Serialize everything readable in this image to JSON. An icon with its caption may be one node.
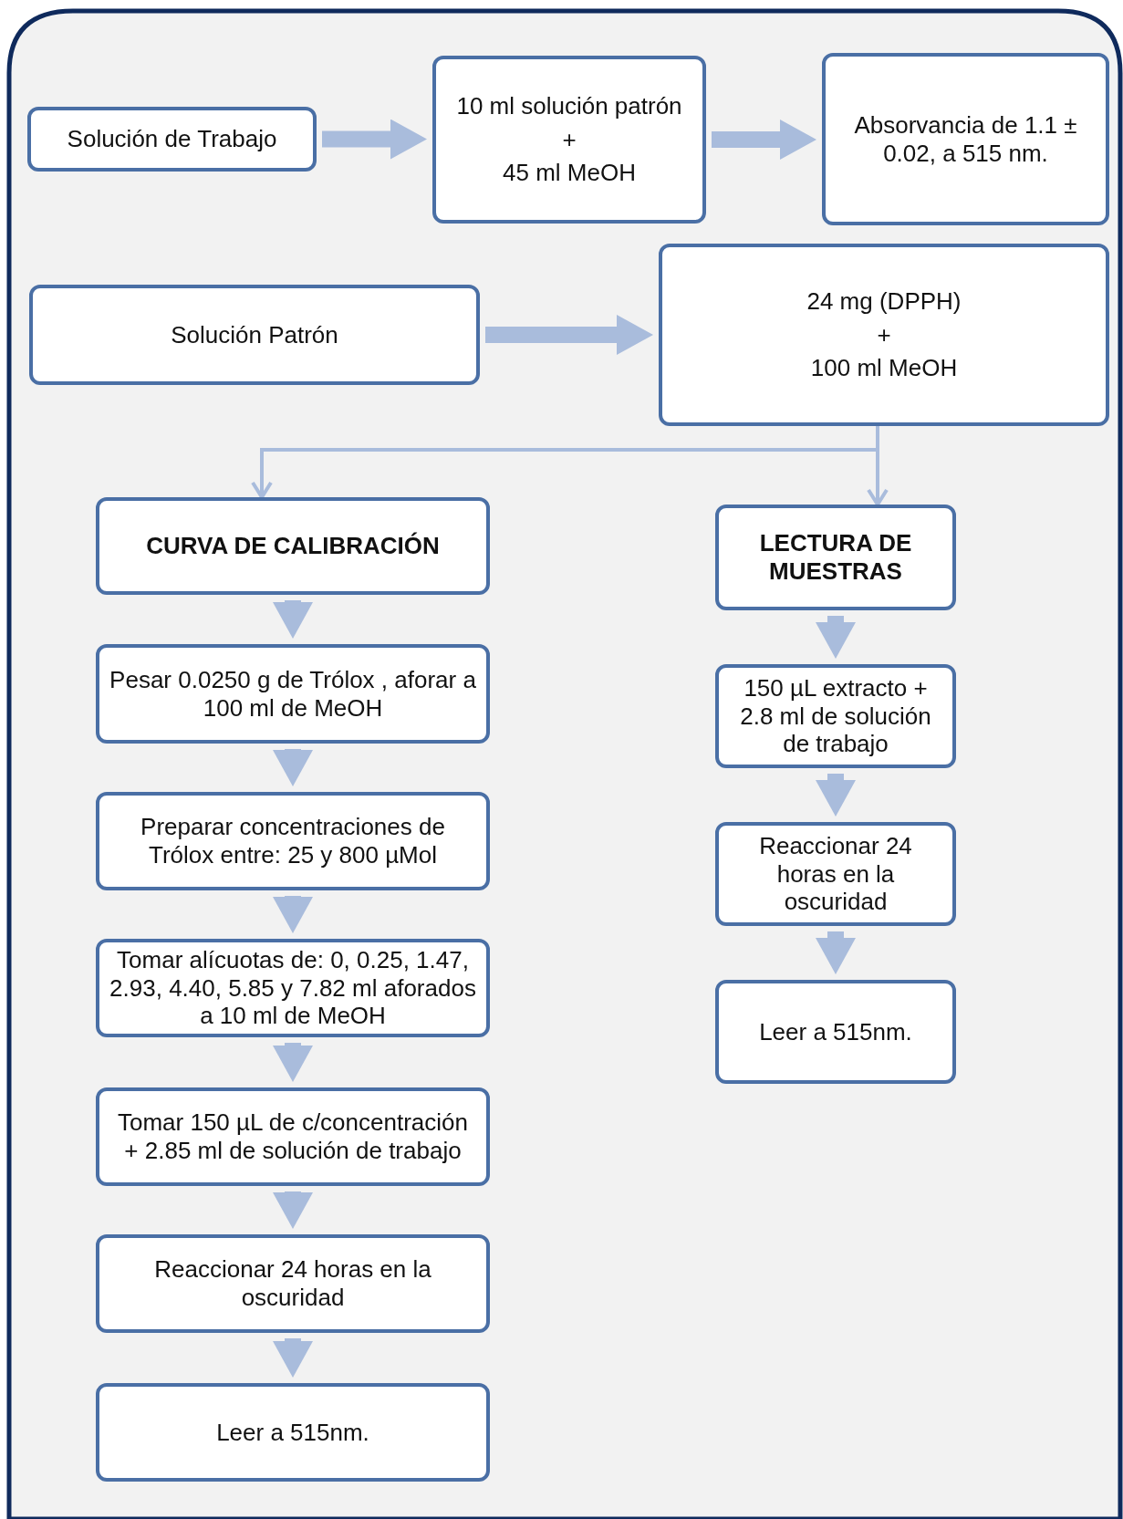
{
  "diagram": {
    "nodes": [
      {
        "text": [
          "Solución de Trabajo"
        ]
      },
      {
        "text": [
          "10 ml solución patrón",
          "+",
          "45 ml MeOH"
        ]
      },
      {
        "text": [
          "Absorvancia de 1.1 ± 0.02, a 515 nm."
        ]
      },
      {
        "text": [
          "Solución Patrón"
        ]
      },
      {
        "text": [
          "24 mg (DPPH)",
          "+",
          "100 ml MeOH"
        ]
      },
      {
        "text": [
          "CURVA DE CALIBRACIÓN"
        ]
      },
      {
        "text": [
          "Pesar 0.0250 g de Trólox , aforar a 100 ml de MeOH"
        ]
      },
      {
        "text": [
          "Preparar concentraciones de Trólox entre: 25 y 800 µMol"
        ]
      },
      {
        "text": [
          "Tomar alícuotas de: 0, 0.25, 1.47, 2.93, 4.40, 5.85 y 7.82 ml aforados a 10 ml de MeOH"
        ]
      },
      {
        "text": [
          "Tomar 150 µL de c/concentración + 2.85 ml de solución de trabajo"
        ]
      },
      {
        "text": [
          "Reaccionar 24 horas en la oscuridad"
        ]
      },
      {
        "text": [
          "Leer a 515nm."
        ]
      },
      {
        "text": [
          "LECTURA DE MUESTRAS"
        ]
      },
      {
        "text": [
          "150 µL extracto + 2.8 ml de solución de trabajo"
        ]
      },
      {
        "text": [
          "Reaccionar 24 horas en la oscuridad"
        ]
      },
      {
        "text": [
          "Leer a 515nm."
        ]
      }
    ],
    "edges": [
      {
        "from": 0,
        "to": 1,
        "arrow": "to"
      },
      {
        "from": 1,
        "to": 2,
        "arrow": "to"
      },
      {
        "from": 3,
        "to": 4,
        "arrow": "to"
      },
      {
        "from": 4,
        "to": 5,
        "arrow": "to"
      },
      {
        "from": 4,
        "to": 12,
        "arrow": "to"
      },
      {
        "from": 5,
        "to": 6,
        "arrow": "to"
      },
      {
        "from": 6,
        "to": 7,
        "arrow": "to"
      },
      {
        "from": 7,
        "to": 8,
        "arrow": "to"
      },
      {
        "from": 8,
        "to": 9,
        "arrow": "to"
      },
      {
        "from": 9,
        "to": 10,
        "arrow": "to"
      },
      {
        "from": 10,
        "to": 11,
        "arrow": "to"
      },
      {
        "from": 12,
        "to": 13,
        "arrow": "to"
      },
      {
        "from": 13,
        "to": 14,
        "arrow": "to"
      },
      {
        "from": 14,
        "to": 15,
        "arrow": "to"
      }
    ]
  }
}
